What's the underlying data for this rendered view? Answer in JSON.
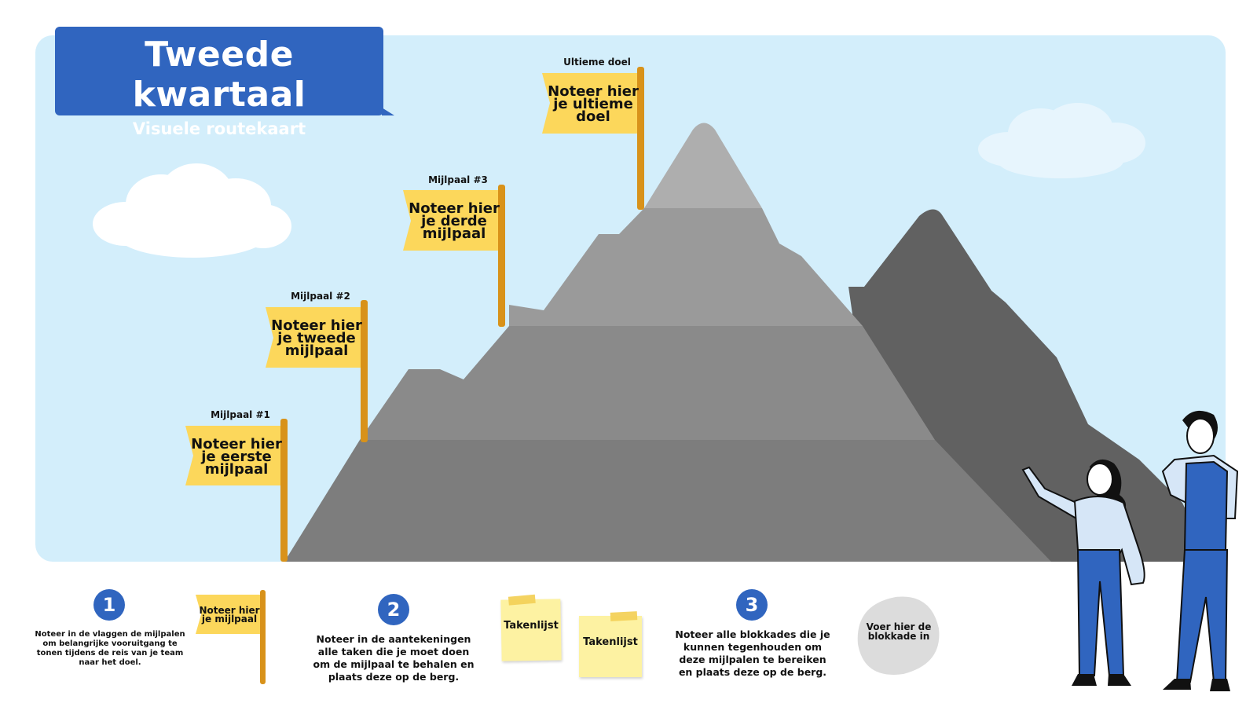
{
  "header": {
    "title": "Tweede kwartaal",
    "subtitle": "Visuele routekaart"
  },
  "flags": [
    {
      "caption": "Mijlpaal #1",
      "text": "Noteer hier je eerste mijlpaal"
    },
    {
      "caption": "Mijlpaal #2",
      "text": "Noteer hier je tweede mijlpaal"
    },
    {
      "caption": "Mijlpaal #3",
      "text": "Noteer hier je derde mijlpaal"
    },
    {
      "caption": "Ultieme doel",
      "text": "Noteer hier je ultieme doel"
    }
  ],
  "legend": {
    "steps": [
      {
        "number": "1",
        "text": "Noteer in de vlaggen de mijlpalen om belangrijke vooruitgang te tonen tijdens de reis van je team naar het doel."
      },
      {
        "number": "2",
        "text": "Noteer in de aantekeningen alle taken die je moet doen om de mijlpaal te behalen en plaats deze op de berg."
      },
      {
        "number": "3",
        "text": "Noteer alle blokkades die je kunnen tegenhouden om deze mijlpalen te bereiken en plaats deze op de berg."
      }
    ],
    "sample_flag_text": "Noteer hier je mijlpaal",
    "notes": [
      "Takenlijst",
      "Takenlijst"
    ],
    "blocker_text": "Voer hier de blokkade in"
  },
  "colors": {
    "sky": "#d3eefb",
    "title_bg": "#3065bf",
    "flag": "#fcd75b",
    "pole": "#d8921a",
    "note": "#fdf2a2",
    "blocker": "#dcdcdc"
  }
}
